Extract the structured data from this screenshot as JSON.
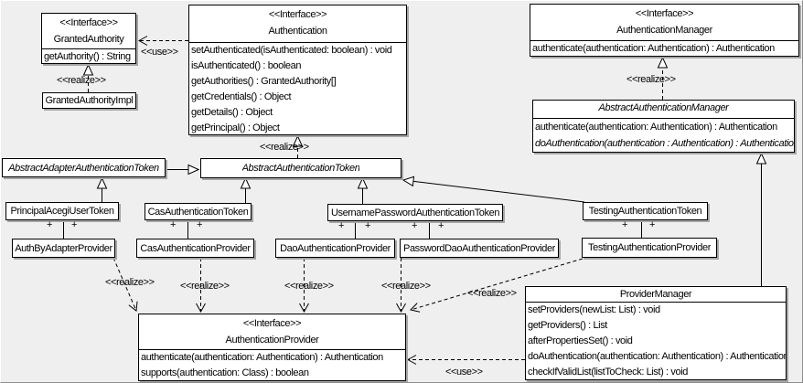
{
  "labels": {
    "use": "<<use>>",
    "realize": "<<realize>>",
    "plus": "+"
  },
  "colors": {
    "background": "#efefef",
    "box_fill": "#ffffff",
    "line": "#000000",
    "shadow": "#a6a6a6"
  },
  "classes": {
    "granted_authority": {
      "stereotype": "<<Interface>>",
      "name": "GrantedAuthority",
      "methods": [
        "getAuthority() : String"
      ]
    },
    "granted_authority_impl": {
      "name": "GrantedAuthorityImpl"
    },
    "authentication": {
      "stereotype": "<<Interface>>",
      "name": "Authentication",
      "methods": [
        "setAuthenticated(isAuthenticated: boolean) : void",
        "isAuthenticated() : boolean",
        "getAuthorities() : GrantedAuthority[]",
        "getCredentials() : Object",
        "getDetails() : Object",
        "getPrincipal() : Object"
      ]
    },
    "authentication_manager": {
      "stereotype": "<<Interface>>",
      "name": "AuthenticationManager",
      "methods": [
        "authenticate(authentication: Authentication) : Authentication"
      ]
    },
    "abstract_authentication_manager": {
      "name": "AbstractAuthenticationManager",
      "methods": [
        "authenticate(authentication: Authentication) : Authentication",
        "doAuthentication(authentication : Authentication) : Authentication"
      ]
    },
    "abstract_adapter_authentication_token": {
      "name": "AbstractAdapterAuthenticationToken"
    },
    "abstract_authentication_token": {
      "name": "AbstractAuthenticationToken"
    },
    "principal_acegi_user_token": {
      "name": "PrincipalAcegiUserToken"
    },
    "cas_authentication_token": {
      "name": "CasAuthenticationToken"
    },
    "username_password_authentication_token": {
      "name": "UsernamePasswordAuthenticationToken"
    },
    "testing_authentication_token": {
      "name": "TestingAuthenticationToken"
    },
    "auth_by_adapter_provider": {
      "name": "AuthByAdapterProvider"
    },
    "cas_authentication_provider": {
      "name": "CasAuthenticationProvider"
    },
    "dao_authentication_provider": {
      "name": "DaoAuthenticationProvider"
    },
    "password_dao_authentication_provider": {
      "name": "PasswordDaoAuthenticationProvider"
    },
    "testing_authentication_provider": {
      "name": "TestingAuthenticationProvider"
    },
    "provider_manager": {
      "name": "ProviderManager",
      "methods": [
        "setProviders(newList: List) : void",
        "getProviders() : List",
        "afterPropertiesSet() : void",
        "doAuthentication(authentication: Authentication) : Authentication",
        "checkIfValidList(listToCheck: List) : void"
      ]
    },
    "authentication_provider": {
      "stereotype": "<<Interface>>",
      "name": "AuthenticationProvider",
      "methods": [
        "authenticate(authentication: Authentication) : Authentication",
        "supports(authentication: Class) : boolean"
      ]
    }
  }
}
